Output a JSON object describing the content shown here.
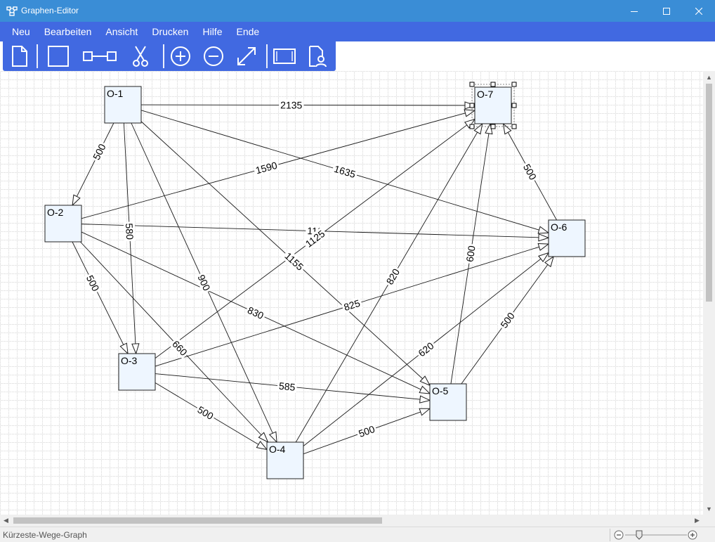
{
  "window": {
    "title": "Graphen-Editor",
    "icon": "graph-app-icon",
    "controls": [
      "minimize-icon",
      "maximize-icon",
      "close-icon"
    ]
  },
  "menu": {
    "items": [
      "Neu",
      "Bearbeiten",
      "Ansicht",
      "Drucken",
      "Hilfe",
      "Ende"
    ]
  },
  "toolbar": {
    "tools": [
      "new-document-icon",
      "node-rectangle-icon",
      "edge-connect-icon",
      "cut-icon",
      "zoom-in-icon",
      "zoom-out-icon",
      "resize-diagonal-icon",
      "frame-icon",
      "document-user-icon"
    ]
  },
  "graph": {
    "nodes": [
      {
        "id": "n1",
        "label": "O-1",
        "selected": false
      },
      {
        "id": "n2",
        "label": "O-2",
        "selected": false
      },
      {
        "id": "n3",
        "label": "O-3",
        "selected": false
      },
      {
        "id": "n4",
        "label": "O-4",
        "selected": false
      },
      {
        "id": "n5",
        "label": "O-5",
        "selected": false
      },
      {
        "id": "n6",
        "label": "O-6",
        "selected": false
      },
      {
        "id": "n7",
        "label": "O-7",
        "selected": true
      }
    ],
    "edges": [
      {
        "from": "O-1",
        "to": "O-7",
        "weight": "2135"
      },
      {
        "from": "O-1",
        "to": "O-2",
        "weight": "500"
      },
      {
        "from": "O-1",
        "to": "O-6",
        "weight": "1635"
      },
      {
        "from": "O-1",
        "to": "O-3",
        "weight": "580"
      },
      {
        "from": "O-1",
        "to": "O-4",
        "weight": "900"
      },
      {
        "from": "O-1",
        "to": "O-5",
        "weight": "1155"
      },
      {
        "from": "O-2",
        "to": "O-7",
        "weight": "1590"
      },
      {
        "from": "O-2",
        "to": "O-6",
        "weight": "110"
      },
      {
        "from": "O-2",
        "to": "O-3",
        "weight": "500"
      },
      {
        "from": "O-2",
        "to": "O-4",
        "weight": "660"
      },
      {
        "from": "O-2",
        "to": "O-5",
        "weight": "830"
      },
      {
        "from": "O-3",
        "to": "O-7",
        "weight": "1125"
      },
      {
        "from": "O-3",
        "to": "O-6",
        "weight": "825"
      },
      {
        "from": "O-3",
        "to": "O-5",
        "weight": "585"
      },
      {
        "from": "O-3",
        "to": "O-4",
        "weight": "500"
      },
      {
        "from": "O-4",
        "to": "O-7",
        "weight": "820"
      },
      {
        "from": "O-4",
        "to": "O-6",
        "weight": "620"
      },
      {
        "from": "O-4",
        "to": "O-5",
        "weight": "500"
      },
      {
        "from": "O-5",
        "to": "O-7",
        "weight": "600"
      },
      {
        "from": "O-5",
        "to": "O-6",
        "weight": "500"
      },
      {
        "from": "O-6",
        "to": "O-7",
        "weight": "500"
      }
    ],
    "colors": {
      "node_fill": "#eef6ff",
      "node_stroke": "#222222",
      "edge": "#1a1a1a"
    }
  },
  "status": {
    "text": "Kürzeste-Wege-Graph"
  },
  "colors": {
    "titlebar": "#3a8dd6",
    "menubar": "#4169e1",
    "toolbar": "#4169e1"
  }
}
